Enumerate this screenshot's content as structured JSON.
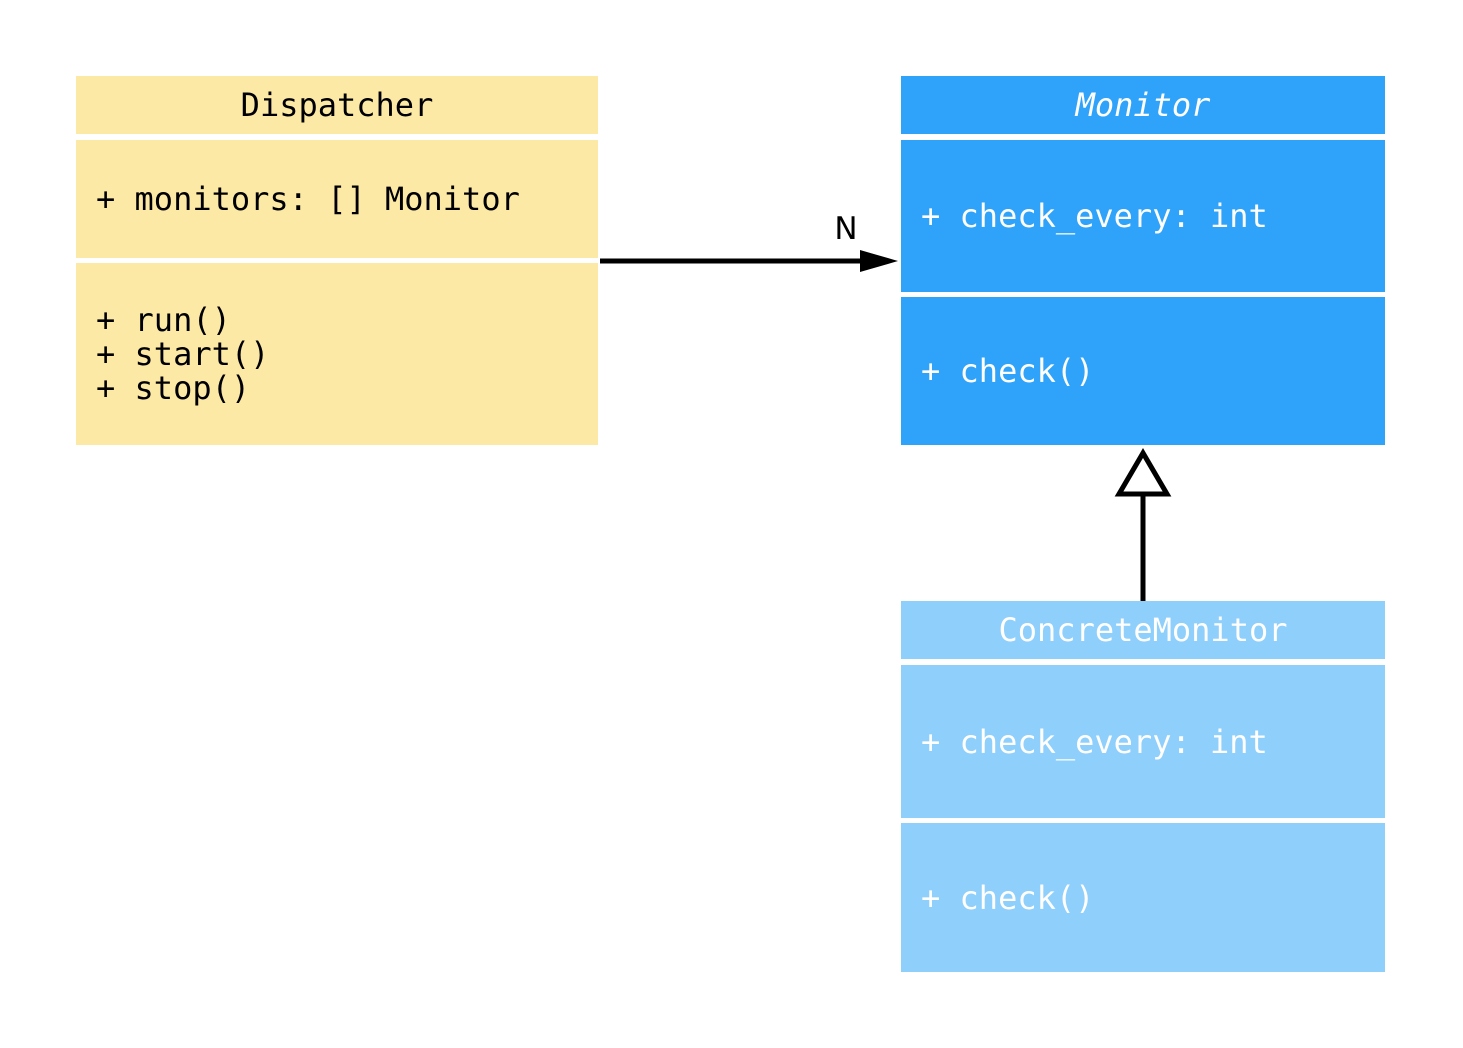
{
  "diagram": {
    "classes": [
      {
        "name": "Dispatcher",
        "title": "Dispatcher",
        "abstract": false,
        "attributes": [
          "+ monitors: [] Monitor"
        ],
        "methods": [
          "+ run()",
          "+ start()",
          "+ stop()"
        ]
      },
      {
        "name": "Monitor",
        "title": "Monitor",
        "abstract": true,
        "attributes": [
          "+ check_every: int"
        ],
        "methods": [
          "+ check()"
        ]
      },
      {
        "name": "ConcreteMonitor",
        "title": "ConcreteMonitor",
        "abstract": false,
        "attributes": [
          "+ check_every: int"
        ],
        "methods": [
          "+ check()"
        ]
      }
    ],
    "relations": [
      {
        "type": "association",
        "from": "Dispatcher",
        "to": "Monitor",
        "label": "N"
      },
      {
        "type": "inheritance",
        "from": "ConcreteMonitor",
        "to": "Monitor",
        "label": ""
      }
    ],
    "colors": {
      "dispatcher_fill": "#FCE9A6",
      "dispatcher_text": "#000000",
      "monitor_fill": "#2FA3FA",
      "monitor_text": "#FFFFFF",
      "concrete_monitor_fill": "#8ECFFC",
      "concrete_monitor_text": "#FFFFFF",
      "line": "#000000",
      "triangle_fill": "#FFFFFF",
      "background": "#FFFFFF"
    }
  }
}
